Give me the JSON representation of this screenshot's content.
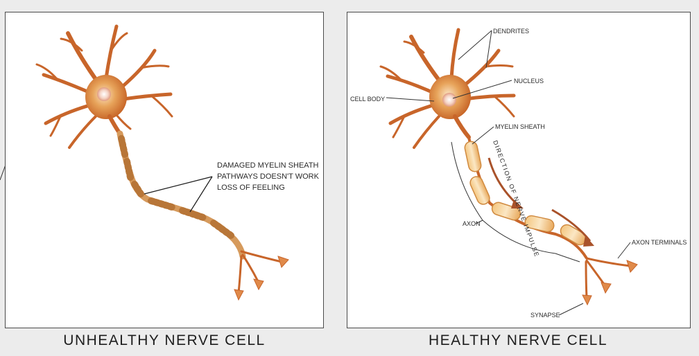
{
  "unhealthy": {
    "caption": "UNHEALTHY NERVE CELL",
    "callout_lines": [
      "DAMAGED MYELIN SHEATH",
      "PATHWAYS DOESN'T WORK",
      "LOSS OF FEELING"
    ]
  },
  "healthy": {
    "caption": "HEALTHY NERVE CELL",
    "labels": {
      "dendrites": "DENDRITES",
      "nucleus": "NUCLEUS",
      "cell_body": "CELL BODY",
      "myelin_sheath": "MYELIN SHEATH",
      "direction": "DIRECTION OF NERVE IMPULSE",
      "axon": "AXON",
      "axon_terminals": "AXON TERMINALS",
      "synapse": "SYNAPSE"
    }
  },
  "colors": {
    "soma": "#d9893a",
    "soma_highlight": "#f7d9b0",
    "dendrite": "#c8652a",
    "myelin": "#f0c27a",
    "myelin_damaged": "#c98f4e",
    "arrow": "#a9522a",
    "terminal": "#e08a4a"
  }
}
